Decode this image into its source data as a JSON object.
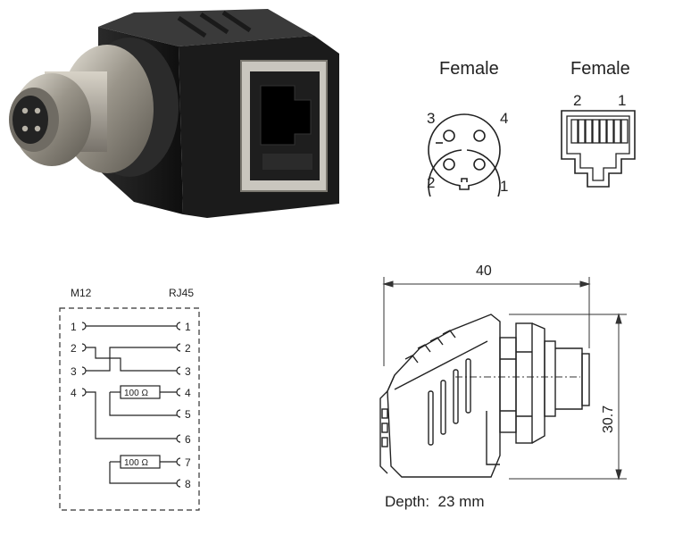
{
  "pinout": {
    "m12_label": "Female",
    "rj45_label": "Female",
    "m12_pins": [
      "1",
      "2",
      "3",
      "4"
    ],
    "rj45_pins": [
      "2",
      "1"
    ]
  },
  "wiring": {
    "left_header": "M12",
    "right_header": "RJ45",
    "m12_pins": [
      "1",
      "2",
      "3",
      "4"
    ],
    "rj45_pins": [
      "1",
      "2",
      "3",
      "4",
      "5",
      "6",
      "7",
      "8"
    ],
    "resistor_1": "100 Ω",
    "resistor_2": "100 Ω"
  },
  "dimensions": {
    "width": "40",
    "height": "30.7",
    "depth_label": "Depth:",
    "depth_value": "23 mm"
  }
}
